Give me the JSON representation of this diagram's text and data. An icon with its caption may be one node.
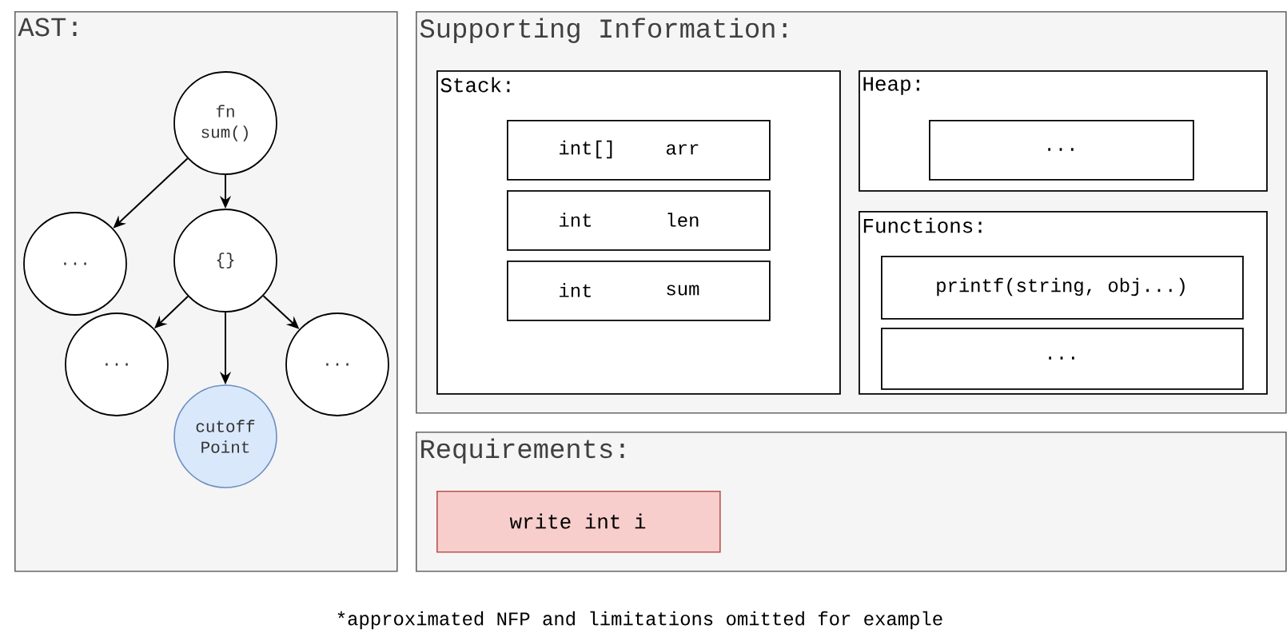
{
  "diagram": {
    "nodes": [
      {
        "text": [
          "AST:"
        ]
      },
      {
        "text": [
          "fn sum()"
        ],
        "in": 0
      },
      {
        "text": [
          "..."
        ],
        "in": 0
      },
      {
        "text": [
          "{}"
        ],
        "in": 0
      },
      {
        "text": [
          "..."
        ],
        "in": 0
      },
      {
        "text": [
          "cutoff Point"
        ],
        "in": 0
      },
      {
        "text": [
          "..."
        ],
        "in": 0
      },
      {
        "text": [
          "Supporting Information:"
        ]
      },
      {
        "text": [
          "Stack:"
        ],
        "in": 7
      },
      {
        "text": [
          "int[]",
          "arr"
        ],
        "in": 8
      },
      {
        "text": [
          "int",
          "len"
        ],
        "in": 8
      },
      {
        "text": [
          "int",
          "sum"
        ],
        "in": 8
      },
      {
        "text": [
          "Heap:"
        ],
        "in": 7
      },
      {
        "text": [
          "..."
        ],
        "in": 12
      },
      {
        "text": [
          "Functions:"
        ],
        "in": 7
      },
      {
        "text": [
          "printf(string, obj...)"
        ],
        "in": 14
      },
      {
        "text": [
          "..."
        ],
        "in": 14
      },
      {
        "text": [
          "Requirements:"
        ]
      },
      {
        "text": [
          "write int i"
        ],
        "in": 17
      }
    ],
    "edges": [
      {
        "from": 1,
        "to": 2,
        "arrow": "to"
      },
      {
        "from": 1,
        "to": 3,
        "arrow": "to"
      },
      {
        "from": 3,
        "to": 4,
        "arrow": "to"
      },
      {
        "from": 3,
        "to": 5,
        "arrow": "to"
      },
      {
        "from": 3,
        "to": 6,
        "arrow": "to"
      }
    ],
    "labels": [
      "*approximated NFP and limitations omitted for example"
    ]
  }
}
